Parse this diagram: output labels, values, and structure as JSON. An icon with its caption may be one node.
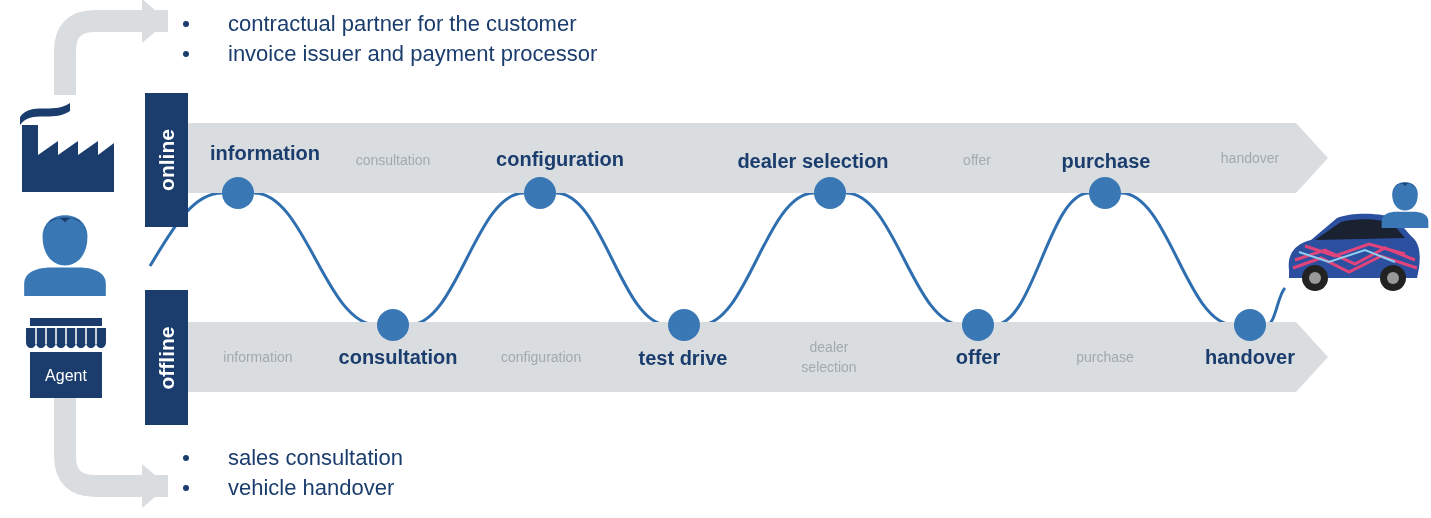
{
  "diagram": {
    "nodes": [
      {
        "text": [
          "contractual partner for the customer",
          "invoice issuer and payment processor"
        ]
      },
      {
        "text": [],
        "shape": "picture"
      },
      {
        "text": [
          "online"
        ]
      },
      {
        "text": [
          "information",
          "consultation",
          "configuration",
          "dealer selection",
          "offer",
          "purchase",
          "handover"
        ]
      },
      {
        "text": [
          "Agent"
        ]
      },
      {
        "text": [
          "offline"
        ]
      },
      {
        "text": [
          "information",
          "consultation",
          "configuration",
          "test drive",
          "dealer selection",
          "offer",
          "purchase",
          "handover"
        ]
      },
      {
        "text": [],
        "shape": "circle"
      },
      {
        "text": [],
        "shape": "circle"
      },
      {
        "text": [],
        "shape": "circle"
      },
      {
        "text": [],
        "shape": "circle"
      },
      {
        "text": [],
        "shape": "circle"
      },
      {
        "text": [],
        "shape": "circle"
      },
      {
        "text": [],
        "shape": "circle"
      },
      {
        "text": [],
        "shape": "circle"
      },
      {
        "text": [],
        "shape": "picture"
      },
      {
        "text": [
          "sales consultation",
          "vehicle handover"
        ]
      }
    ],
    "edges": [
      {
        "from": null,
        "to": 7,
        "arrow": "none"
      },
      {
        "from": 7,
        "to": 8,
        "arrow": "none"
      },
      {
        "from": 8,
        "to": 9,
        "arrow": "none"
      },
      {
        "from": 9,
        "to": 10,
        "arrow": "none"
      },
      {
        "from": 10,
        "to": 11,
        "arrow": "none"
      },
      {
        "from": 11,
        "to": 12,
        "arrow": "none"
      },
      {
        "from": 12,
        "to": 13,
        "arrow": "none"
      },
      {
        "from": 13,
        "to": 14,
        "arrow": "none"
      },
      {
        "from": 14,
        "to": 15,
        "arrow": "none"
      },
      {
        "from": 1,
        "to": 0,
        "arrow": "to",
        "style": "thick",
        "color": "#d9dde0"
      },
      {
        "from": 4,
        "to": 16,
        "arrow": "to",
        "style": "thick",
        "color": "#d9dde0"
      }
    ]
  }
}
